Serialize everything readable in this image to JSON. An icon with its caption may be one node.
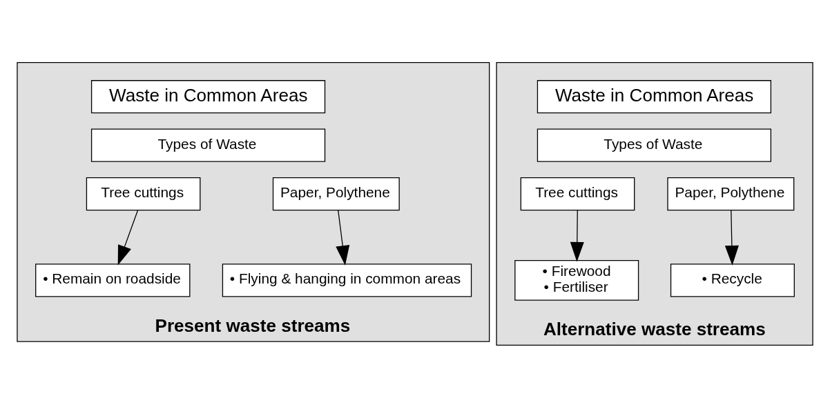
{
  "diagram": {
    "nodes": [
      {
        "text": [
          "Present waste streams"
        ]
      },
      {
        "text": [
          "Waste in Common Areas"
        ],
        "in": 0
      },
      {
        "text": [
          "Types of Waste"
        ],
        "in": 0
      },
      {
        "text": [
          "Tree cuttings"
        ],
        "in": 0
      },
      {
        "text": [
          "Paper, Polythene"
        ],
        "in": 0
      },
      {
        "text": [
          "• Remain on roadside"
        ],
        "in": 0
      },
      {
        "text": [
          "• Flying & hanging in common areas"
        ],
        "in": 0
      },
      {
        "text": [
          "Alternative waste streams"
        ]
      },
      {
        "text": [
          "Waste in Common Areas"
        ],
        "in": 7
      },
      {
        "text": [
          "Types of Waste"
        ],
        "in": 7
      },
      {
        "text": [
          "Tree cuttings"
        ],
        "in": 7
      },
      {
        "text": [
          "Paper, Polythene"
        ],
        "in": 7
      },
      {
        "text": [
          "• Firewood",
          "• Fertiliser"
        ],
        "in": 7
      },
      {
        "text": [
          "• Recycle"
        ],
        "in": 7
      }
    ],
    "edges": [
      {
        "from": 3,
        "to": 5,
        "arrow": "to"
      },
      {
        "from": 4,
        "to": 6,
        "arrow": "to"
      },
      {
        "from": 10,
        "to": 12,
        "arrow": "to"
      },
      {
        "from": 11,
        "to": 13,
        "arrow": "to"
      }
    ]
  }
}
